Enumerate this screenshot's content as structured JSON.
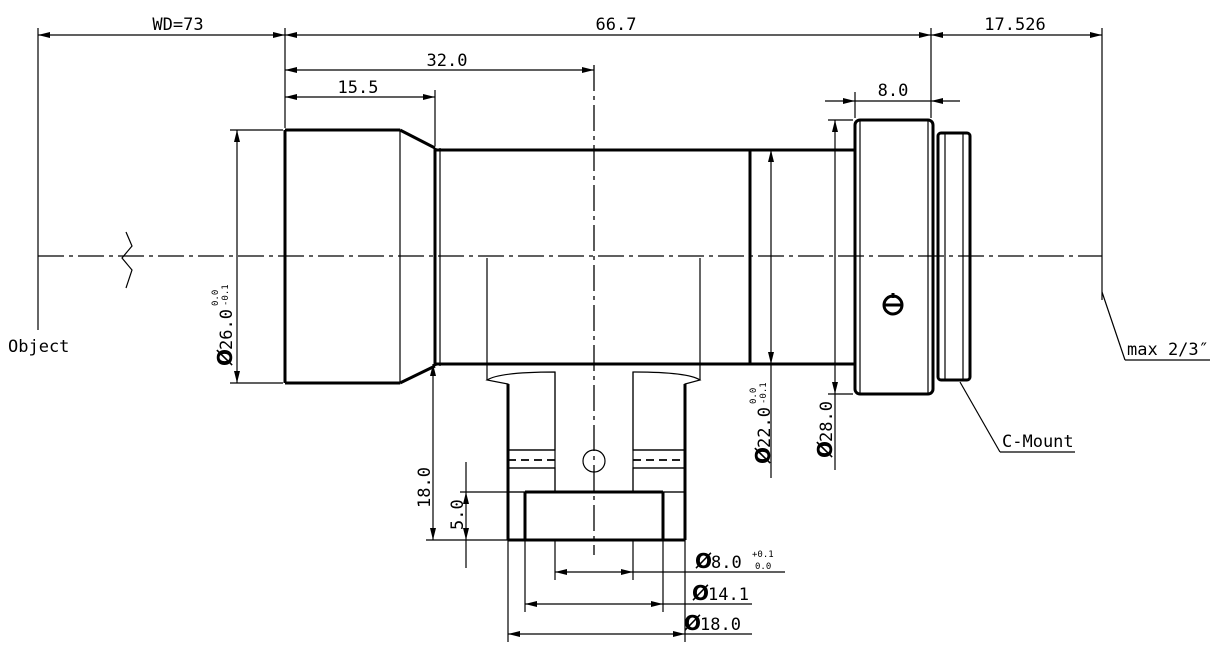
{
  "labels": {
    "wd": "WD=73",
    "length": "66.7",
    "flange": "17.526",
    "d32": "32.0",
    "d155": "15.5",
    "d80w": "8.0",
    "object": "Object",
    "max_sensor": "max 2/3″",
    "c_mount": "C-Mount",
    "dia26": "26.0",
    "dia22": "22.0",
    "h28": "28.0",
    "h18": "18.0",
    "h50": "5.0",
    "dia8": "8.0",
    "dia141": "14.1",
    "dia18": "18.0"
  },
  "tolerances": {
    "dia26_upper": "0.0",
    "dia26_lower": "-0.1",
    "dia22_upper": "0.0",
    "dia22_lower": "-0.1",
    "dia8_upper": "+0.1",
    "dia8_lower": "0.0"
  },
  "symbols": {
    "diameter": "Ø"
  }
}
